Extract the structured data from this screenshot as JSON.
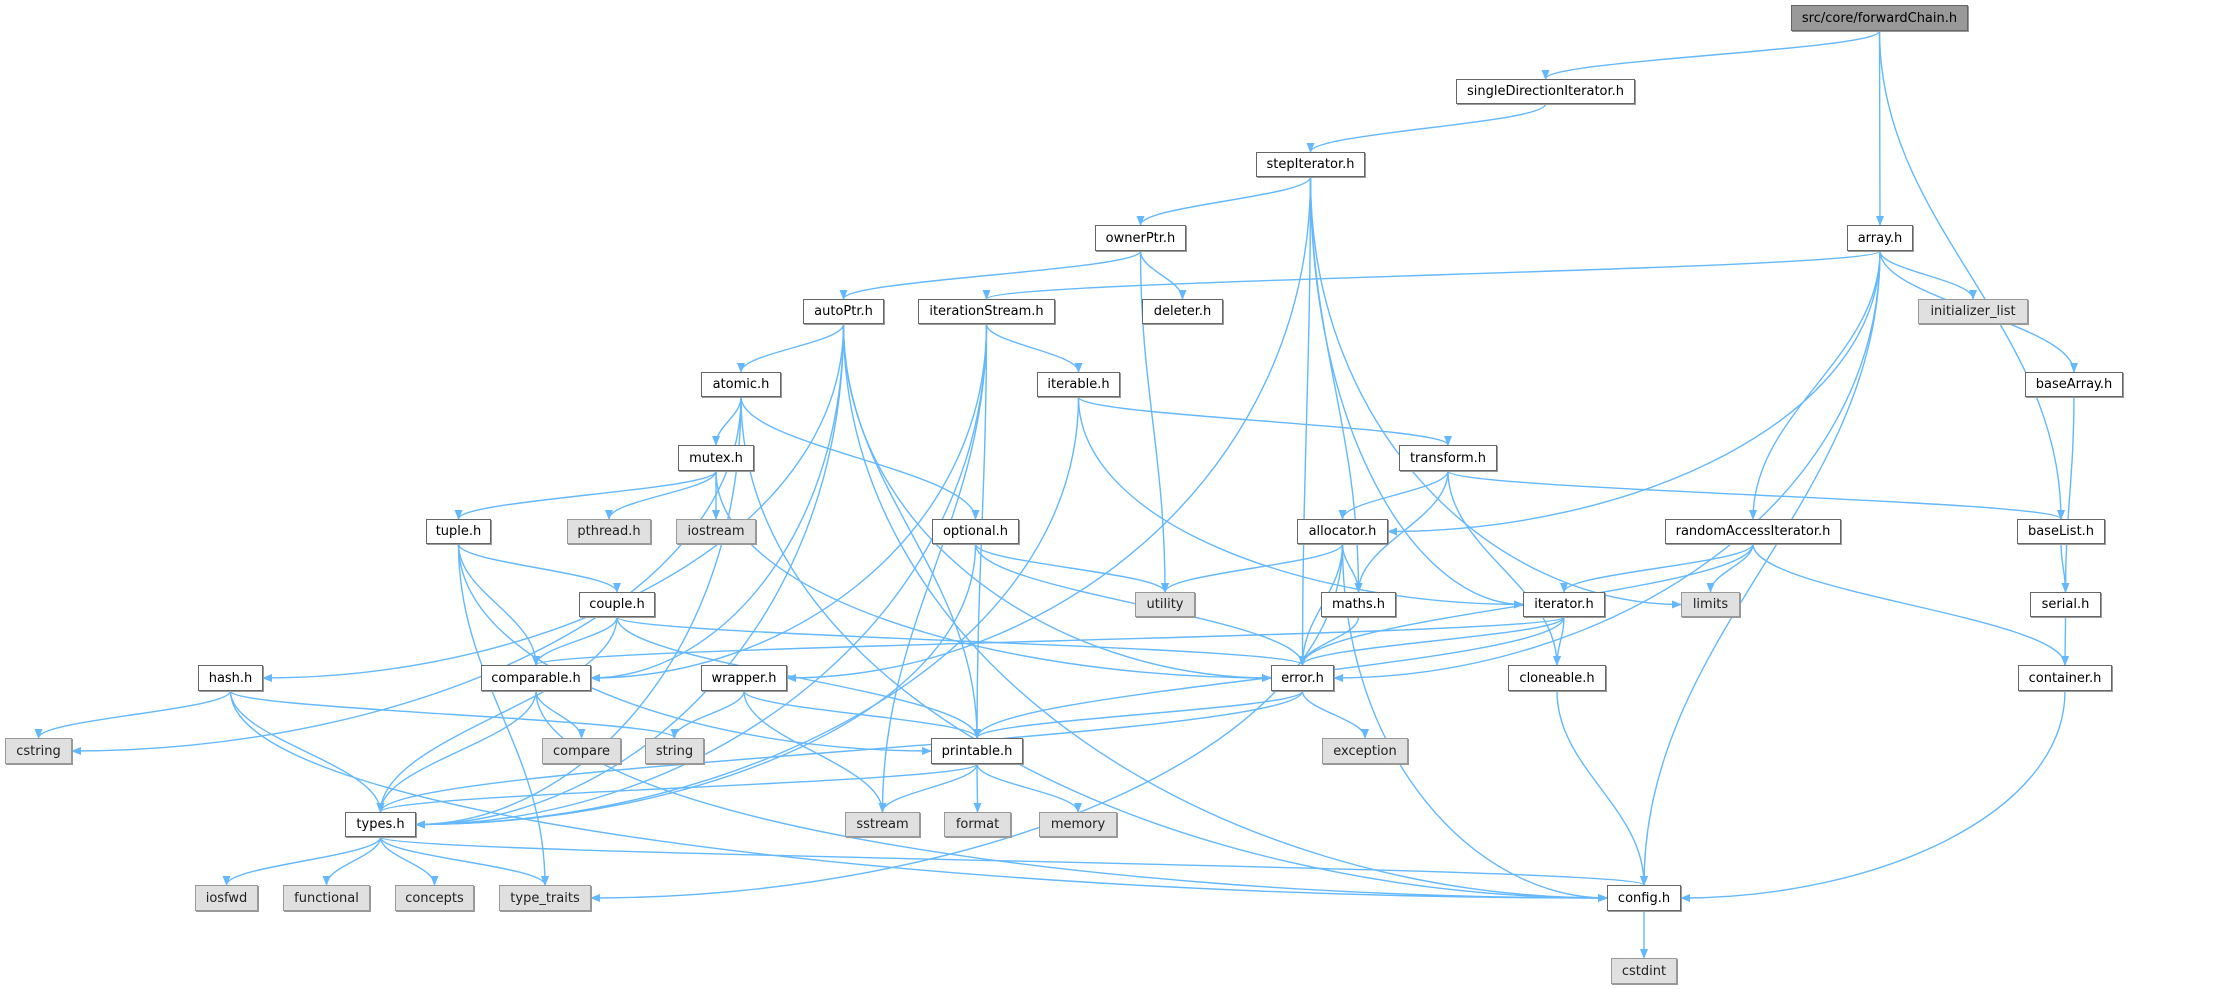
{
  "colors": {
    "edge": "#63b8ff",
    "root_fill": "#999999",
    "external_fill": "#e0e0e0",
    "node_fill": "#ffffff"
  },
  "nodes": [
    {
      "id": "forwardChain",
      "label": "src/core/forwardChain.h",
      "kind": "root"
    },
    {
      "id": "singleDirectionIterator",
      "label": "singleDirectionIterator.h",
      "kind": "local"
    },
    {
      "id": "stepIterator",
      "label": "stepIterator.h",
      "kind": "local"
    },
    {
      "id": "ownerPtr",
      "label": "ownerPtr.h",
      "kind": "local"
    },
    {
      "id": "array",
      "label": "array.h",
      "kind": "local"
    },
    {
      "id": "autoPtr",
      "label": "autoPtr.h",
      "kind": "local"
    },
    {
      "id": "iterationStream",
      "label": "iterationStream.h",
      "kind": "local"
    },
    {
      "id": "deleter",
      "label": "deleter.h",
      "kind": "local"
    },
    {
      "id": "initializer_list",
      "label": "initializer_list",
      "kind": "external"
    },
    {
      "id": "atomic",
      "label": "atomic.h",
      "kind": "local"
    },
    {
      "id": "iterable",
      "label": "iterable.h",
      "kind": "local"
    },
    {
      "id": "baseArray",
      "label": "baseArray.h",
      "kind": "local"
    },
    {
      "id": "mutex",
      "label": "mutex.h",
      "kind": "local"
    },
    {
      "id": "transform",
      "label": "transform.h",
      "kind": "local"
    },
    {
      "id": "tuple",
      "label": "tuple.h",
      "kind": "local"
    },
    {
      "id": "pthread",
      "label": "pthread.h",
      "kind": "external"
    },
    {
      "id": "iostream",
      "label": "iostream",
      "kind": "external"
    },
    {
      "id": "optional",
      "label": "optional.h",
      "kind": "local"
    },
    {
      "id": "allocator",
      "label": "allocator.h",
      "kind": "local"
    },
    {
      "id": "randomAccessIterator",
      "label": "randomAccessIterator.h",
      "kind": "local"
    },
    {
      "id": "baseList",
      "label": "baseList.h",
      "kind": "local"
    },
    {
      "id": "couple",
      "label": "couple.h",
      "kind": "local"
    },
    {
      "id": "utility",
      "label": "utility",
      "kind": "external"
    },
    {
      "id": "maths",
      "label": "maths.h",
      "kind": "local"
    },
    {
      "id": "iterator",
      "label": "iterator.h",
      "kind": "local"
    },
    {
      "id": "limits",
      "label": "limits",
      "kind": "external"
    },
    {
      "id": "serial",
      "label": "serial.h",
      "kind": "local"
    },
    {
      "id": "hash",
      "label": "hash.h",
      "kind": "local"
    },
    {
      "id": "comparable",
      "label": "comparable.h",
      "kind": "local"
    },
    {
      "id": "wrapper",
      "label": "wrapper.h",
      "kind": "local"
    },
    {
      "id": "error",
      "label": "error.h",
      "kind": "local"
    },
    {
      "id": "cloneable",
      "label": "cloneable.h",
      "kind": "local"
    },
    {
      "id": "container",
      "label": "container.h",
      "kind": "local"
    },
    {
      "id": "cstring",
      "label": "cstring",
      "kind": "external"
    },
    {
      "id": "compare",
      "label": "compare",
      "kind": "external"
    },
    {
      "id": "string",
      "label": "string",
      "kind": "external"
    },
    {
      "id": "printable",
      "label": "printable.h",
      "kind": "local"
    },
    {
      "id": "exception",
      "label": "exception",
      "kind": "external"
    },
    {
      "id": "types",
      "label": "types.h",
      "kind": "local"
    },
    {
      "id": "sstream",
      "label": "sstream",
      "kind": "external"
    },
    {
      "id": "format",
      "label": "format",
      "kind": "external"
    },
    {
      "id": "memory",
      "label": "memory",
      "kind": "external"
    },
    {
      "id": "iosfwd",
      "label": "iosfwd",
      "kind": "external"
    },
    {
      "id": "functional",
      "label": "functional",
      "kind": "external"
    },
    {
      "id": "concepts",
      "label": "concepts",
      "kind": "external"
    },
    {
      "id": "type_traits",
      "label": "type_traits",
      "kind": "external"
    },
    {
      "id": "config",
      "label": "config.h",
      "kind": "local"
    },
    {
      "id": "cstdint",
      "label": "cstdint",
      "kind": "external"
    }
  ],
  "edges": [
    [
      "forwardChain",
      "singleDirectionIterator"
    ],
    [
      "forwardChain",
      "array"
    ],
    [
      "forwardChain",
      "baseList"
    ],
    [
      "singleDirectionIterator",
      "stepIterator"
    ],
    [
      "stepIterator",
      "ownerPtr"
    ],
    [
      "stepIterator",
      "wrapper"
    ],
    [
      "stepIterator",
      "error"
    ],
    [
      "stepIterator",
      "maths"
    ],
    [
      "stepIterator",
      "limits"
    ],
    [
      "stepIterator",
      "iterator"
    ],
    [
      "ownerPtr",
      "autoPtr"
    ],
    [
      "ownerPtr",
      "deleter"
    ],
    [
      "ownerPtr",
      "utility"
    ],
    [
      "array",
      "iterationStream"
    ],
    [
      "array",
      "allocator"
    ],
    [
      "array",
      "error"
    ],
    [
      "array",
      "randomAccessIterator"
    ],
    [
      "array",
      "initializer_list"
    ],
    [
      "array",
      "baseArray"
    ],
    [
      "array",
      "config"
    ],
    [
      "autoPtr",
      "hash"
    ],
    [
      "autoPtr",
      "comparable"
    ],
    [
      "autoPtr",
      "types"
    ],
    [
      "autoPtr",
      "atomic"
    ],
    [
      "autoPtr",
      "printable"
    ],
    [
      "autoPtr",
      "error"
    ],
    [
      "autoPtr",
      "config"
    ],
    [
      "iterationStream",
      "types"
    ],
    [
      "iterationStream",
      "comparable"
    ],
    [
      "iterationStream",
      "iterable"
    ],
    [
      "iterationStream",
      "sstream"
    ],
    [
      "iterationStream",
      "printable"
    ],
    [
      "atomic",
      "cstring"
    ],
    [
      "atomic",
      "types"
    ],
    [
      "atomic",
      "mutex"
    ],
    [
      "atomic",
      "optional"
    ],
    [
      "atomic",
      "config"
    ],
    [
      "iterable",
      "types"
    ],
    [
      "iterable",
      "transform"
    ],
    [
      "iterable",
      "iterator"
    ],
    [
      "mutex",
      "tuple"
    ],
    [
      "mutex",
      "pthread"
    ],
    [
      "mutex",
      "iostream"
    ],
    [
      "mutex",
      "error"
    ],
    [
      "transform",
      "allocator"
    ],
    [
      "transform",
      "maths"
    ],
    [
      "transform",
      "baseList"
    ],
    [
      "transform",
      "cloneable"
    ],
    [
      "tuple",
      "couple"
    ],
    [
      "tuple",
      "comparable"
    ],
    [
      "tuple",
      "printable"
    ],
    [
      "tuple",
      "type_traits"
    ],
    [
      "optional",
      "types"
    ],
    [
      "optional",
      "utility"
    ],
    [
      "optional",
      "error"
    ],
    [
      "allocator",
      "utility"
    ],
    [
      "allocator",
      "maths"
    ],
    [
      "allocator",
      "error"
    ],
    [
      "allocator",
      "type_traits"
    ],
    [
      "allocator",
      "config"
    ],
    [
      "randomAccessIterator",
      "iterator"
    ],
    [
      "randomAccessIterator",
      "limits"
    ],
    [
      "randomAccessIterator",
      "error"
    ],
    [
      "randomAccessIterator",
      "container"
    ],
    [
      "baseArray",
      "serial"
    ],
    [
      "baseList",
      "serial"
    ],
    [
      "serial",
      "container"
    ],
    [
      "container",
      "config"
    ],
    [
      "couple",
      "comparable"
    ],
    [
      "couple",
      "types"
    ],
    [
      "couple",
      "error"
    ],
    [
      "couple",
      "printable"
    ],
    [
      "maths",
      "error"
    ],
    [
      "iterator",
      "comparable"
    ],
    [
      "iterator",
      "error"
    ],
    [
      "iterator",
      "printable"
    ],
    [
      "iterator",
      "cloneable"
    ],
    [
      "error",
      "printable"
    ],
    [
      "error",
      "types"
    ],
    [
      "error",
      "exception"
    ],
    [
      "cloneable",
      "config"
    ],
    [
      "hash",
      "cstring"
    ],
    [
      "hash",
      "string"
    ],
    [
      "hash",
      "types"
    ],
    [
      "hash",
      "config"
    ],
    [
      "comparable",
      "compare"
    ],
    [
      "comparable",
      "types"
    ],
    [
      "comparable",
      "config"
    ],
    [
      "wrapper",
      "string"
    ],
    [
      "wrapper",
      "sstream"
    ],
    [
      "wrapper",
      "printable"
    ],
    [
      "printable",
      "types"
    ],
    [
      "printable",
      "sstream"
    ],
    [
      "printable",
      "format"
    ],
    [
      "printable",
      "memory"
    ],
    [
      "types",
      "iosfwd"
    ],
    [
      "types",
      "functional"
    ],
    [
      "types",
      "concepts"
    ],
    [
      "types",
      "type_traits"
    ],
    [
      "types",
      "config"
    ],
    [
      "config",
      "cstdint"
    ]
  ]
}
